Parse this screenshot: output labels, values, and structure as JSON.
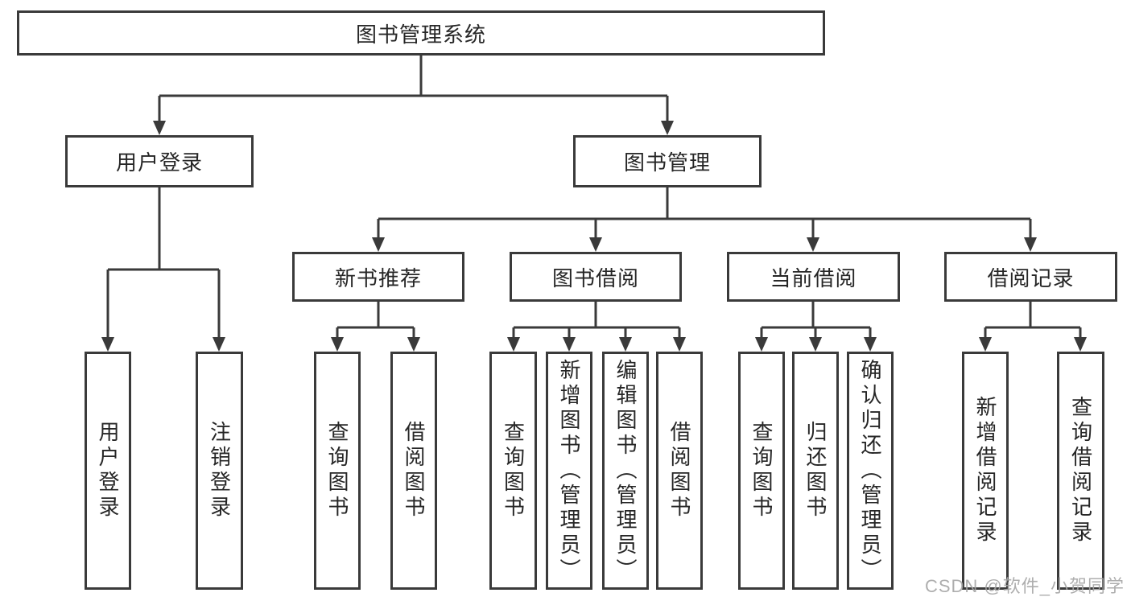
{
  "diagram": {
    "root": "图书管理系统",
    "level2": {
      "user_login": "用户登录",
      "book_management": "图书管理"
    },
    "level3": {
      "new_book_recommend": "新书推荐",
      "book_borrowing": "图书借阅",
      "current_borrowing": "当前借阅",
      "borrowing_records": "借阅记录"
    },
    "leaves": {
      "user_login": [
        "用户登录",
        "注销登录"
      ],
      "new_book_recommend": [
        "查询图书",
        "借阅图书"
      ],
      "book_borrowing": [
        "查询图书",
        "新增图书（管理员）",
        "编辑图书（管理员）",
        "借阅图书"
      ],
      "current_borrowing": [
        "查询图书",
        "归还图书",
        "确认归还（管理员）"
      ],
      "borrowing_records": [
        "新增借阅记录",
        "查询借阅记录"
      ]
    }
  },
  "watermark": {
    "text": "CSDN @软件_小贺同学"
  },
  "colors": {
    "line": "#3a3a3a",
    "text": "#262626",
    "watermark": "#a6a6a6",
    "background": "#ffffff"
  }
}
